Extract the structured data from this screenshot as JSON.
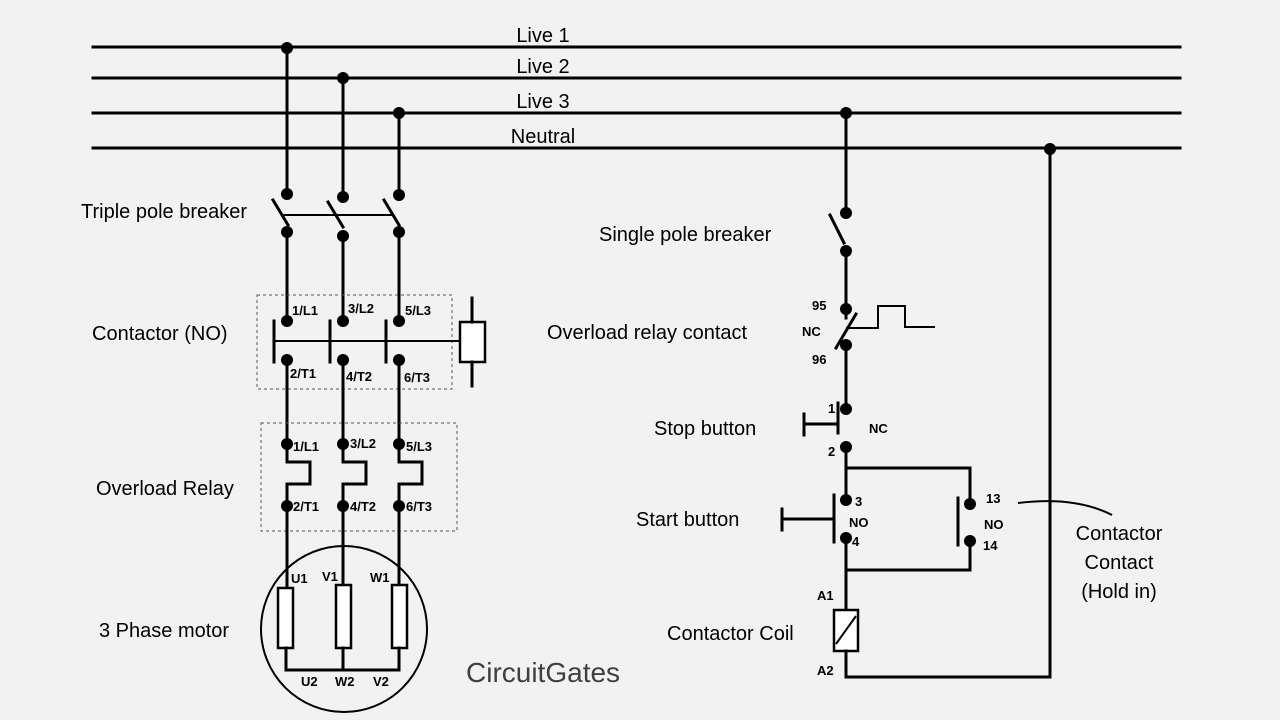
{
  "bus": {
    "live1": "Live 1",
    "live2": "Live 2",
    "live3": "Live 3",
    "neutral": "Neutral"
  },
  "labels": {
    "triple_pole_breaker": "Triple pole breaker",
    "contactor_no": "Contactor  (NO)",
    "overload_relay": "Overload Relay",
    "three_phase_motor": "3 Phase motor",
    "single_pole_breaker": "Single pole breaker",
    "overload_relay_contact": "Overload relay contact",
    "stop_button": "Stop button",
    "start_button": "Start button",
    "contactor_coil": "Contactor Coil",
    "contactor_contact_line1": "Contactor",
    "contactor_contact_line2": "Contact",
    "contactor_contact_line3": "(Hold in)"
  },
  "terminals": {
    "contactor_top": [
      "1/L1",
      "3/L2",
      "5/L3"
    ],
    "contactor_bottom": [
      "2/T1",
      "4/T2",
      "6/T3"
    ],
    "overload_top": [
      "1/L1",
      "3/L2",
      "5/L3"
    ],
    "overload_bottom": [
      "2/T1",
      "4/T2",
      "6/T3"
    ],
    "motor_top": [
      "U1",
      "V1",
      "W1"
    ],
    "motor_bottom": [
      "U2",
      "W2",
      "V2"
    ],
    "ol_contact_top": "95",
    "ol_contact_bottom": "96",
    "ol_contact_type": "NC",
    "stop_top": "1",
    "stop_bottom": "2",
    "stop_type": "NC",
    "start_top": "3",
    "start_bottom": "4",
    "start_type": "NO",
    "hold_top": "13",
    "hold_bottom": "14",
    "hold_type": "NO",
    "coil_top": "A1",
    "coil_bottom": "A2"
  },
  "brand": "CircuitGates"
}
